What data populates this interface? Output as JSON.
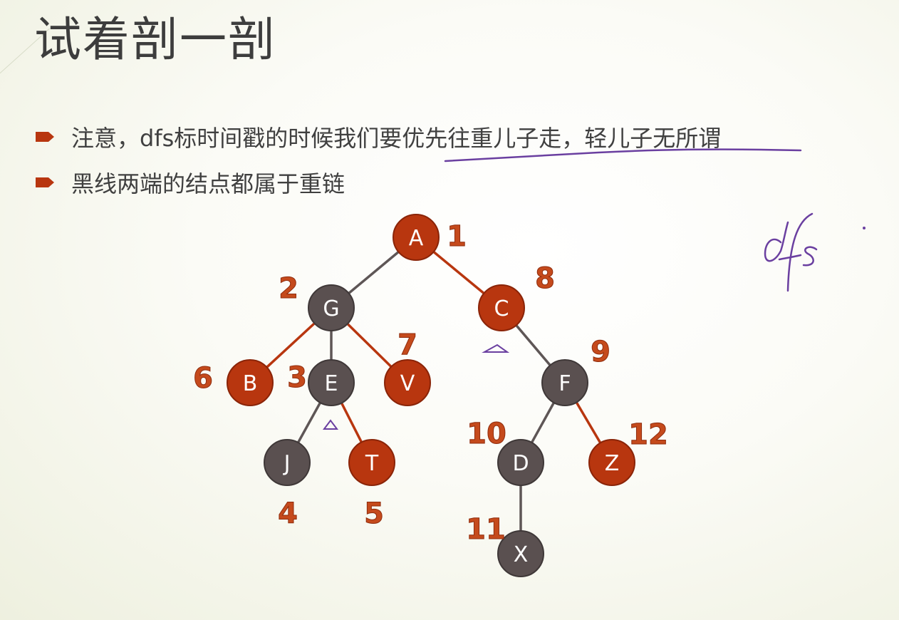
{
  "slide": {
    "title": "试着剖一剖",
    "bullets": [
      "注意，dfs标时间戳的时候我们要优先往重儿子走，轻儿子无所谓",
      "黑线两端的结点都属于重链"
    ],
    "handwriting": "dfs"
  },
  "colors": {
    "heavy_node": "#b8360f",
    "light_node": "#5a5050",
    "heavy_edge": "#b8360f",
    "light_edge": "#5e5656",
    "order_label": "#c54a1c",
    "annotation": "#6a3fa0",
    "bullet": "#b8360f"
  },
  "tree": {
    "nodes": [
      {
        "id": "A",
        "type": "heavy",
        "order": "1"
      },
      {
        "id": "G",
        "type": "light",
        "order": "2"
      },
      {
        "id": "C",
        "type": "heavy",
        "order": "8"
      },
      {
        "id": "B",
        "type": "heavy",
        "order": "6"
      },
      {
        "id": "E",
        "type": "light",
        "order": "3"
      },
      {
        "id": "V",
        "type": "heavy",
        "order": "7"
      },
      {
        "id": "F",
        "type": "light",
        "order": "9"
      },
      {
        "id": "J",
        "type": "light",
        "order": "4"
      },
      {
        "id": "T",
        "type": "heavy",
        "order": "5"
      },
      {
        "id": "D",
        "type": "light",
        "order": "10"
      },
      {
        "id": "Z",
        "type": "heavy",
        "order": "12"
      },
      {
        "id": "X",
        "type": "light",
        "order": "11"
      }
    ],
    "edges": [
      {
        "from": "A",
        "to": "G",
        "type": "light"
      },
      {
        "from": "A",
        "to": "C",
        "type": "heavy"
      },
      {
        "from": "G",
        "to": "B",
        "type": "heavy"
      },
      {
        "from": "G",
        "to": "E",
        "type": "light"
      },
      {
        "from": "G",
        "to": "V",
        "type": "heavy"
      },
      {
        "from": "C",
        "to": "F",
        "type": "light"
      },
      {
        "from": "E",
        "to": "J",
        "type": "light"
      },
      {
        "from": "E",
        "to": "T",
        "type": "heavy"
      },
      {
        "from": "F",
        "to": "D",
        "type": "light"
      },
      {
        "from": "F",
        "to": "Z",
        "type": "heavy"
      },
      {
        "from": "D",
        "to": "X",
        "type": "light"
      }
    ]
  }
}
